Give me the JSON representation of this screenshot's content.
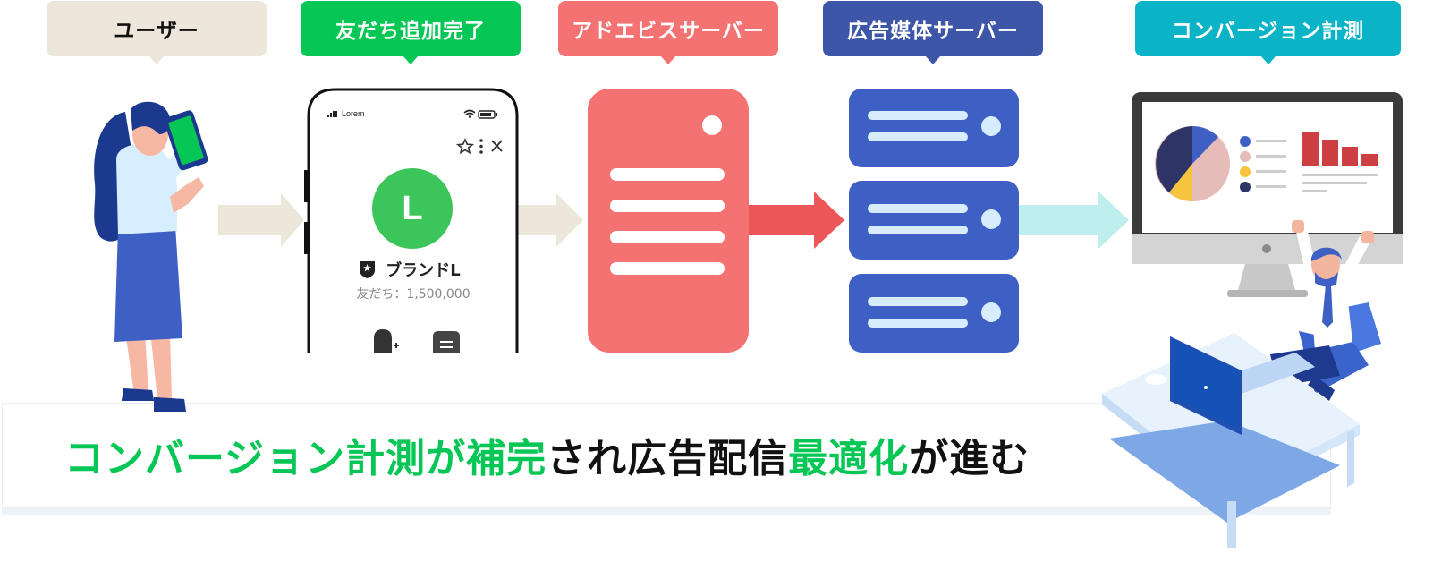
{
  "stages": {
    "user": "ユーザー",
    "friend_added": "友だち追加完了",
    "adebis_server": "アドエビスサーバー",
    "media_server": "広告媒体サーバー",
    "conversion": "コンバージョン計測"
  },
  "phone": {
    "status_label": "Lorem",
    "avatar_letter": "L",
    "brand_name": "ブランドL",
    "friends_count": "友だち：1,500,000"
  },
  "headline": {
    "part1": "コンバージョン計測が補完",
    "part2": "され広告配信",
    "part3": "最適化",
    "part4": "が進む"
  },
  "colors": {
    "user": "#ede6db",
    "line_green": "#06c755",
    "adebis_red": "#f47272",
    "media_blue": "#3e56a8",
    "conversion_cyan": "#0bb3c7"
  },
  "icons": [
    "star-icon",
    "more-icon",
    "close-icon",
    "add-friend-icon",
    "menu-icon",
    "wifi-icon",
    "battery-icon",
    "shield-icon"
  ]
}
